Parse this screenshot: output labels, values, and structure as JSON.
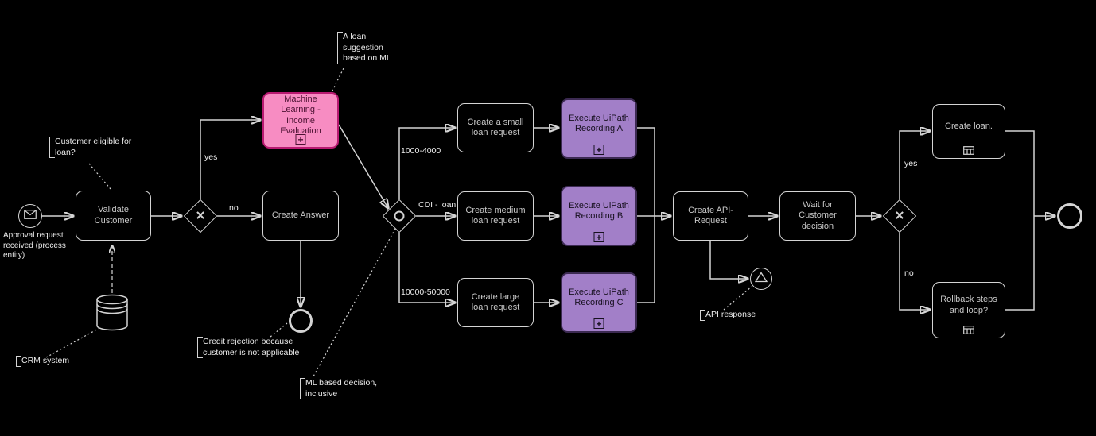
{
  "events": {
    "start_label": "Approval request received (process entity)"
  },
  "tasks": {
    "validate_customer": "Validate Customer",
    "ml_income": "Machine Learning - Income Evaluation",
    "create_answer": "Create Answer",
    "small_loan": "Create a small loan request",
    "medium_loan": "Create medium loan request",
    "large_loan": "Create large loan request",
    "recording_a": "Execute UiPath Recording A",
    "recording_b": "Execute UiPath Recording B",
    "recording_c": "Execute UiPath Recording C",
    "create_api": "Create API-Request",
    "wait_customer": "Wait for Customer decision",
    "create_loan": "Create loan.",
    "rollback": "Rollback steps and loop?"
  },
  "annotations": {
    "customer_eligible": "Customer eligible for loan?",
    "crm_system": "CRM system",
    "loan_suggestion": "A loan suggestion based on ML",
    "credit_rejection": "Credit rejection because customer is not applicable",
    "ml_decision": "ML based decision, inclusive",
    "api_response": "API response"
  },
  "flow_labels": {
    "eligible_yes": "yes",
    "eligible_no": "no",
    "range_small": "1000-4000",
    "range_medium": "CDI - loan",
    "range_large": "10000-50000",
    "decision_yes": "yes",
    "decision_no": "no"
  },
  "icons": {
    "plus_marker": "+",
    "x_marker": "✕"
  },
  "colors": {
    "background": "#000000",
    "stroke": "#d4d4d4",
    "label": "#ececec",
    "task_text": "#c9c9c9",
    "ml_fill": "#f78cc2",
    "ml_stroke": "#b81a71",
    "ml_text": "#4d1233",
    "uipath_fill": "#a27fc8",
    "uipath_stroke": "#3c2a52",
    "uipath_text": "#17101f"
  }
}
